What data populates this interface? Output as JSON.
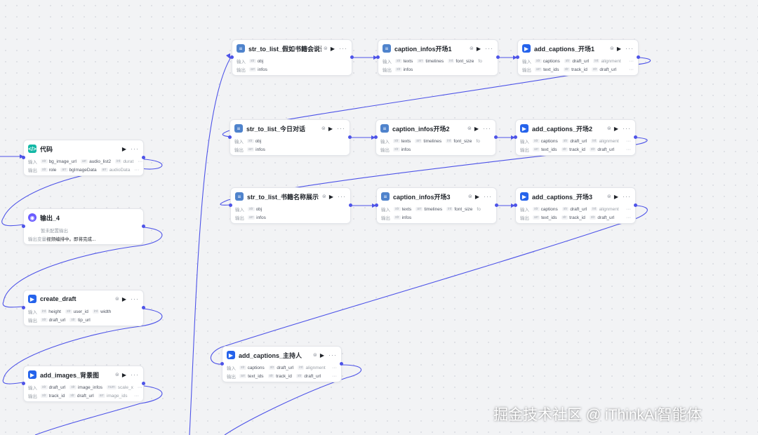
{
  "labels": {
    "input": "输入",
    "output": "输出",
    "output_var": "输出变量"
  },
  "watermark": "掘金技术社区 @ iThinkAi智能体",
  "nodes": {
    "code": {
      "title": "代码",
      "inputs": [
        "bg_image_url",
        "audio_list2",
        "durat"
      ],
      "outputs": [
        "role",
        "bgImageData",
        "audioData"
      ]
    },
    "output4": {
      "title": "输出_4",
      "var_row": "暂未配置输出",
      "content": "视频编排中。即将完成..."
    },
    "create_draft": {
      "title": "create_draft",
      "inputs": [
        "height",
        "user_id",
        "width"
      ],
      "outputs": [
        "draft_url",
        "tip_url"
      ]
    },
    "add_images": {
      "title": "add_images_背景图",
      "inputs": [
        "draft_url",
        "image_infos",
        "scale_x"
      ],
      "outputs": [
        "track_id",
        "draft_url",
        "image_ids"
      ]
    },
    "str1": {
      "title": "str_to_list_假如书籍会说话",
      "inputs": [
        "obj"
      ],
      "outputs": [
        "infos"
      ]
    },
    "cap1": {
      "title": "caption_infos开场1",
      "inputs": [
        "texts",
        "timelines",
        "font_size",
        "fo"
      ],
      "outputs": [
        "infos"
      ]
    },
    "add1": {
      "title": "add_captions_开场1",
      "inputs": [
        "captions",
        "draft_url",
        "alignment"
      ],
      "outputs": [
        "text_ids",
        "track_id",
        "draft_url"
      ]
    },
    "str2": {
      "title": "str_to_list_今日对话",
      "inputs": [
        "obj"
      ],
      "outputs": [
        "infos"
      ]
    },
    "cap2": {
      "title": "caption_infos开场2",
      "inputs": [
        "texts",
        "timelines",
        "font_size",
        "fo"
      ],
      "outputs": [
        "infos"
      ]
    },
    "add2": {
      "title": "add_captions_开场2",
      "inputs": [
        "captions",
        "draft_url",
        "alignment"
      ],
      "outputs": [
        "text_ids",
        "track_id",
        "draft_url"
      ]
    },
    "str3": {
      "title": "str_to_list_书籍名称展示",
      "inputs": [
        "obj"
      ],
      "outputs": [
        "infos"
      ]
    },
    "cap3": {
      "title": "caption_infos开场3",
      "inputs": [
        "texts",
        "timelines",
        "font_size",
        "fo"
      ],
      "outputs": [
        "infos"
      ]
    },
    "add3": {
      "title": "add_captions_开场3",
      "inputs": [
        "captions",
        "draft_url",
        "alignment"
      ],
      "outputs": [
        "text_ids",
        "track_id",
        "draft_url"
      ]
    },
    "host": {
      "title": "add_captions_主持人",
      "inputs": [
        "captions",
        "draft_url",
        "alignment"
      ],
      "outputs": [
        "text_ids",
        "track_id",
        "draft_url"
      ]
    }
  },
  "icons": {
    "code": "code-icon",
    "output": "output-icon",
    "plugin": "plugin-icon",
    "list": "list-icon",
    "run": "play-icon",
    "menu": "more-icon"
  },
  "colors": {
    "wire": "#4d53e8",
    "canvas": "#f2f3f5",
    "node_border": "#e3e5ea"
  }
}
